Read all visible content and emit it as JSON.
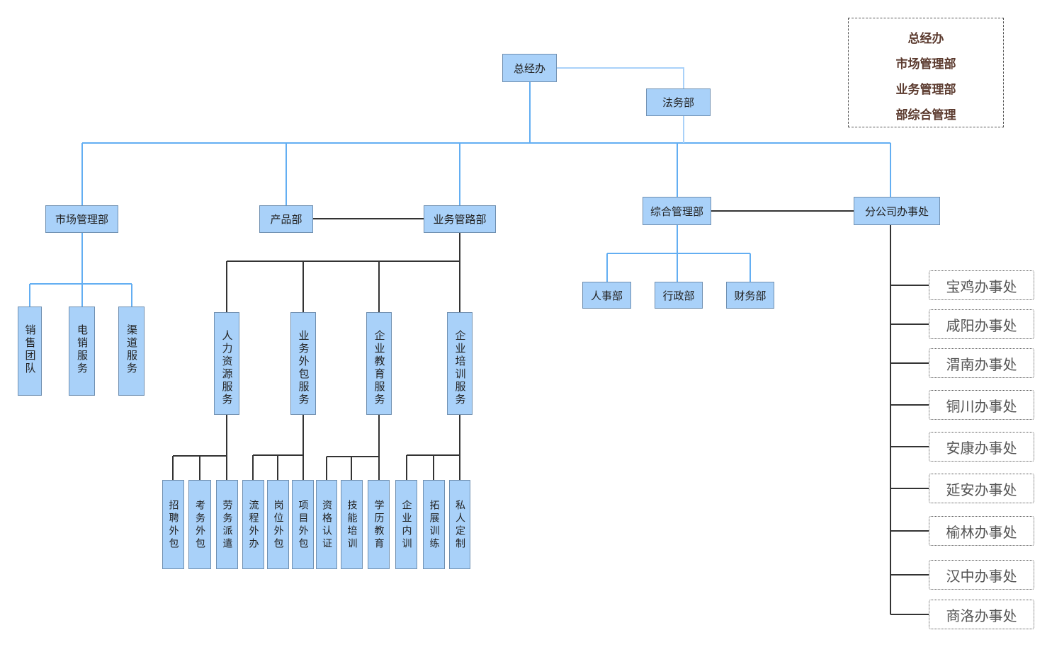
{
  "colors": {
    "box_fill": "#a9d1f9",
    "box_border": "#6f8fb0",
    "blue_line": "#63aef2",
    "light_blue_line": "#a9d1f9",
    "dark_line": "#333333",
    "legend_text": "#5b3a2e",
    "office_text": "#555555"
  },
  "top": {
    "general_office": "总经办",
    "legal": "法务部"
  },
  "departments": {
    "market": "市场管理部",
    "product": "产品部",
    "business": "业务管路部",
    "admin": "综合管理部",
    "branch": "分公司办事处"
  },
  "market_children": [
    "销售团队",
    "电销服务",
    "渠道服务"
  ],
  "business_children": [
    "人力资源服务",
    "业务外包服务",
    "企业教育服务",
    "企业培训服务"
  ],
  "hr_children": [
    "招聘外包",
    "考务外包",
    "劳务派遣"
  ],
  "outsourcing_children": [
    "流程外办",
    "岗位外包",
    "项目外包"
  ],
  "education_children": [
    "资格认证",
    "技能培训",
    "学历教育"
  ],
  "training_children": [
    "企业内训",
    "拓展训练",
    "私人定制"
  ],
  "admin_children": [
    "人事部",
    "行政部",
    "财务部"
  ],
  "offices": [
    "宝鸡办事处",
    "咸阳办事处",
    "渭南办事处",
    "铜川办事处",
    "安康办事处",
    "延安办事处",
    "榆林办事处",
    "汉中办事处",
    "商洛办事处"
  ],
  "legend": [
    "总经办",
    "市场管理部",
    "业务管理部",
    "部综合管理"
  ]
}
